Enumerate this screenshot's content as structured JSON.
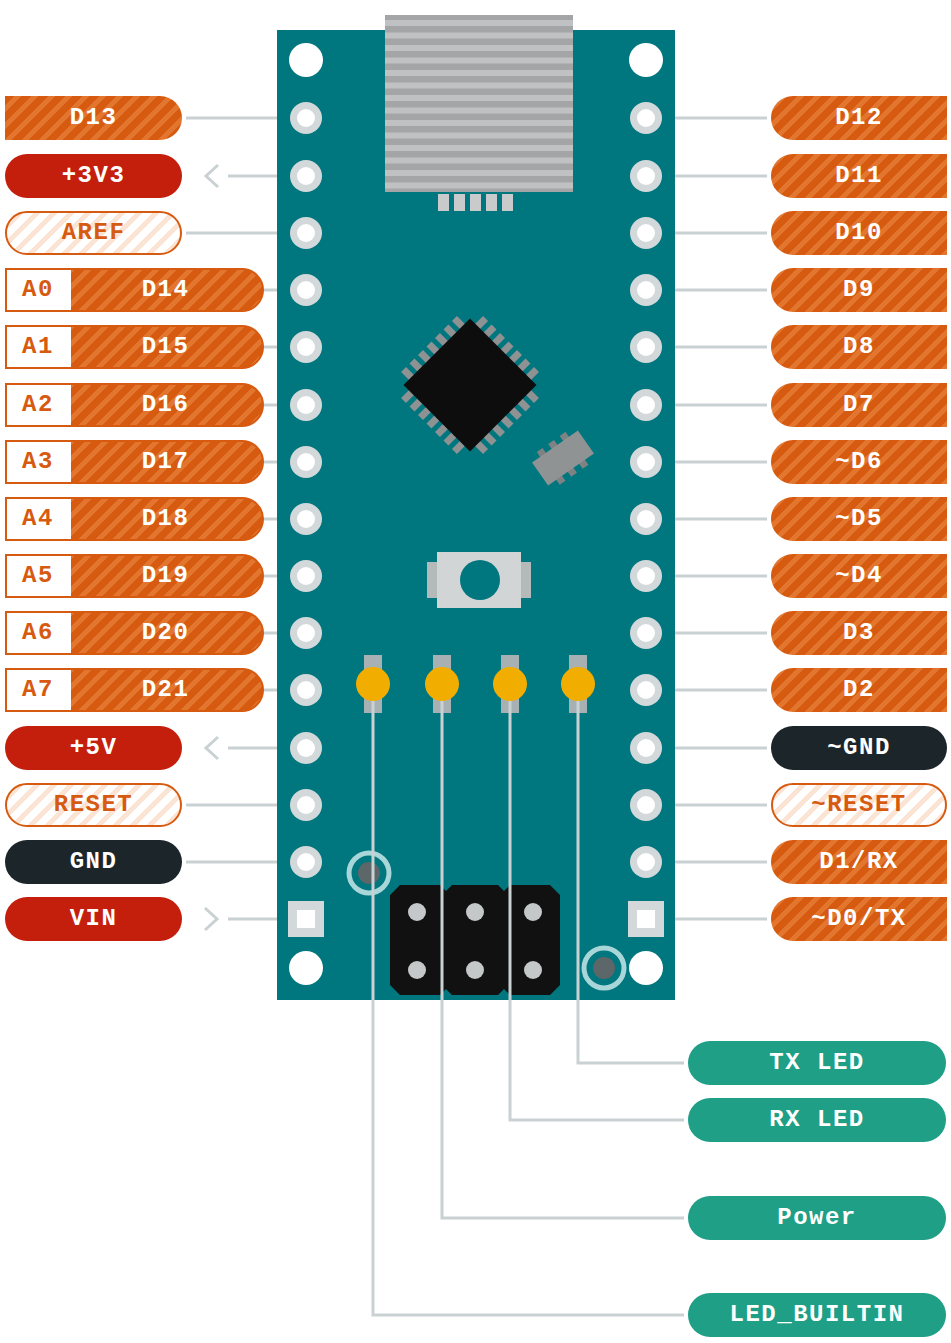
{
  "diagram": {
    "nodes": [
      {
        "text": [
          "D13"
        ]
      },
      {
        "text": [
          "D12"
        ]
      },
      {
        "text": [
          "+3V3"
        ]
      },
      {
        "text": [
          "D11"
        ]
      },
      {
        "text": [
          "AREF"
        ]
      },
      {
        "text": [
          "D10"
        ]
      },
      {
        "text": [
          "A0",
          "D14"
        ]
      },
      {
        "text": [
          "D9"
        ]
      },
      {
        "text": [
          "A1",
          "D15"
        ]
      },
      {
        "text": [
          "D8"
        ]
      },
      {
        "text": [
          "A2",
          "D16"
        ]
      },
      {
        "text": [
          "D7"
        ]
      },
      {
        "text": [
          "A3",
          "D17"
        ]
      },
      {
        "text": [
          "~D6"
        ]
      },
      {
        "text": [
          "A4",
          "D18"
        ]
      },
      {
        "text": [
          "~D5"
        ]
      },
      {
        "text": [
          "A5",
          "D19"
        ]
      },
      {
        "text": [
          "~D4"
        ]
      },
      {
        "text": [
          "A6",
          "D20"
        ]
      },
      {
        "text": [
          "D3"
        ]
      },
      {
        "text": [
          "A7",
          "D21"
        ]
      },
      {
        "text": [
          "D2"
        ]
      },
      {
        "text": [
          "+5V"
        ]
      },
      {
        "text": [
          "~GND"
        ]
      },
      {
        "text": [
          "RESET"
        ]
      },
      {
        "text": [
          "~RESET"
        ]
      },
      {
        "text": [
          "GND"
        ]
      },
      {
        "text": [
          "D1/RX"
        ]
      },
      {
        "text": [
          "VIN"
        ]
      },
      {
        "text": [
          "~D0/TX"
        ]
      },
      {
        "text": [
          "TX LED"
        ]
      },
      {
        "text": [
          "RX LED"
        ]
      },
      {
        "text": [
          "Power"
        ]
      },
      {
        "text": [
          "LED_BUILTIN"
        ]
      }
    ]
  }
}
